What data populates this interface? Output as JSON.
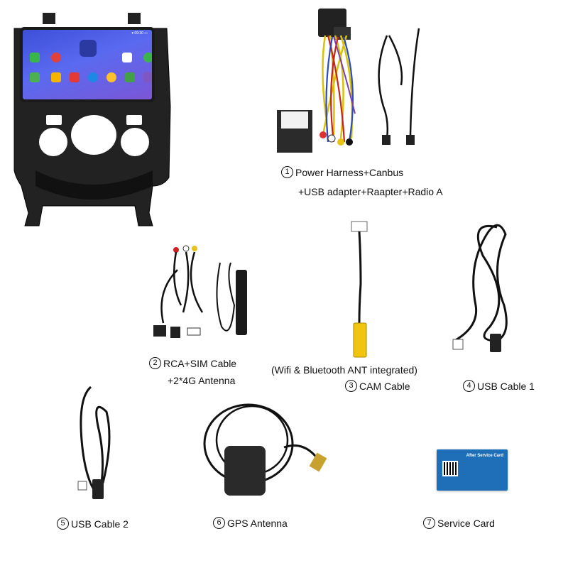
{
  "items": [
    {
      "num": "1",
      "line1": "Power Harness+Canbus",
      "line2": "+USB adapter+Raapter+Radio A"
    },
    {
      "num": "2",
      "line1": "RCA+SIM Cable",
      "line2": "+2*4G Antenna"
    },
    {
      "num": "3",
      "line1": "CAM Cable",
      "note": "(Wifi & Bluetooth ANT integrated)"
    },
    {
      "num": "4",
      "line1": "USB Cable 1"
    },
    {
      "num": "5",
      "line1": "USB Cable 2"
    },
    {
      "num": "6",
      "line1": "GPS Antenna"
    },
    {
      "num": "7",
      "line1": "Service Card"
    }
  ],
  "card": {
    "title": "After Service Card"
  },
  "colors": {
    "cable": "#1a1a1a",
    "card": "#1f6fb8",
    "screen_bg": "#4a5ae6"
  }
}
